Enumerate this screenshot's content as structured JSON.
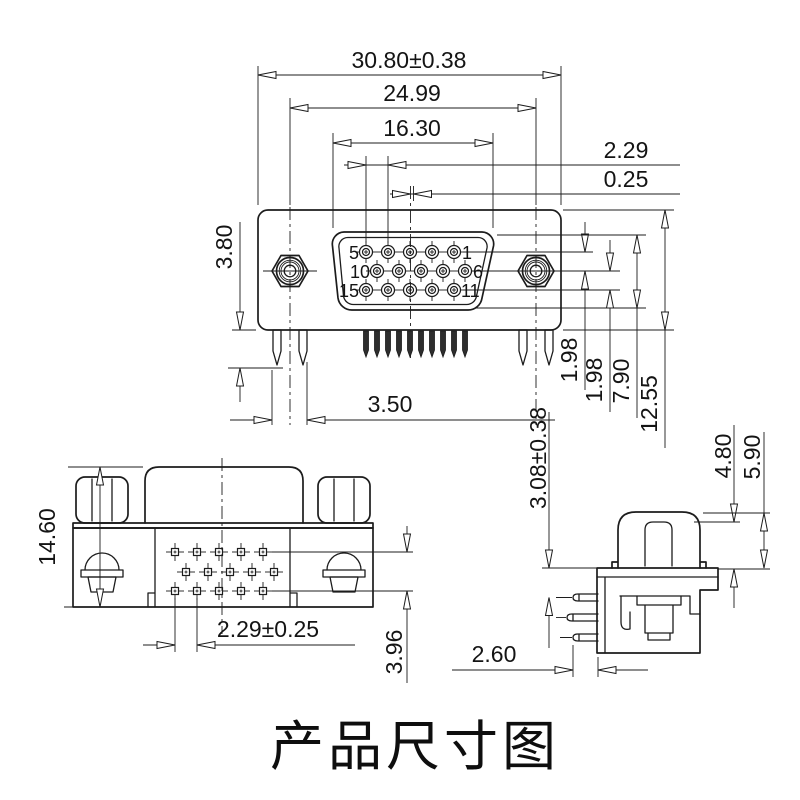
{
  "title": "产品尺寸图",
  "front_view": {
    "dim_overall_width": "30.80±0.38",
    "dim_screw_span": "24.99",
    "dim_shroud_width": "16.30",
    "dim_pin_pitch": "2.29",
    "dim_center_offset": "0.25",
    "dim_leg_length": "3.80",
    "dim_leg_width": "3.50",
    "dim_row_gap_top": "1.98",
    "dim_row_gap_bottom": "1.98",
    "dim_shroud_height": "7.90",
    "dim_body_height": "12.55",
    "pin_labels": {
      "p5": "5",
      "p1": "1",
      "p10": "10",
      "p6": "6",
      "p15": "15",
      "p11": "11"
    }
  },
  "rear_view": {
    "dim_height": "14.60",
    "dim_pin_pitch": "2.29±0.25",
    "dim_row_span": "3.96"
  },
  "side_view": {
    "dim_top_to_pin": "3.08±0.38",
    "dim_shoulder_to_body": "4.80",
    "dim_nut_to_body": "5.90",
    "dim_pin_protrusion": "2.60"
  }
}
